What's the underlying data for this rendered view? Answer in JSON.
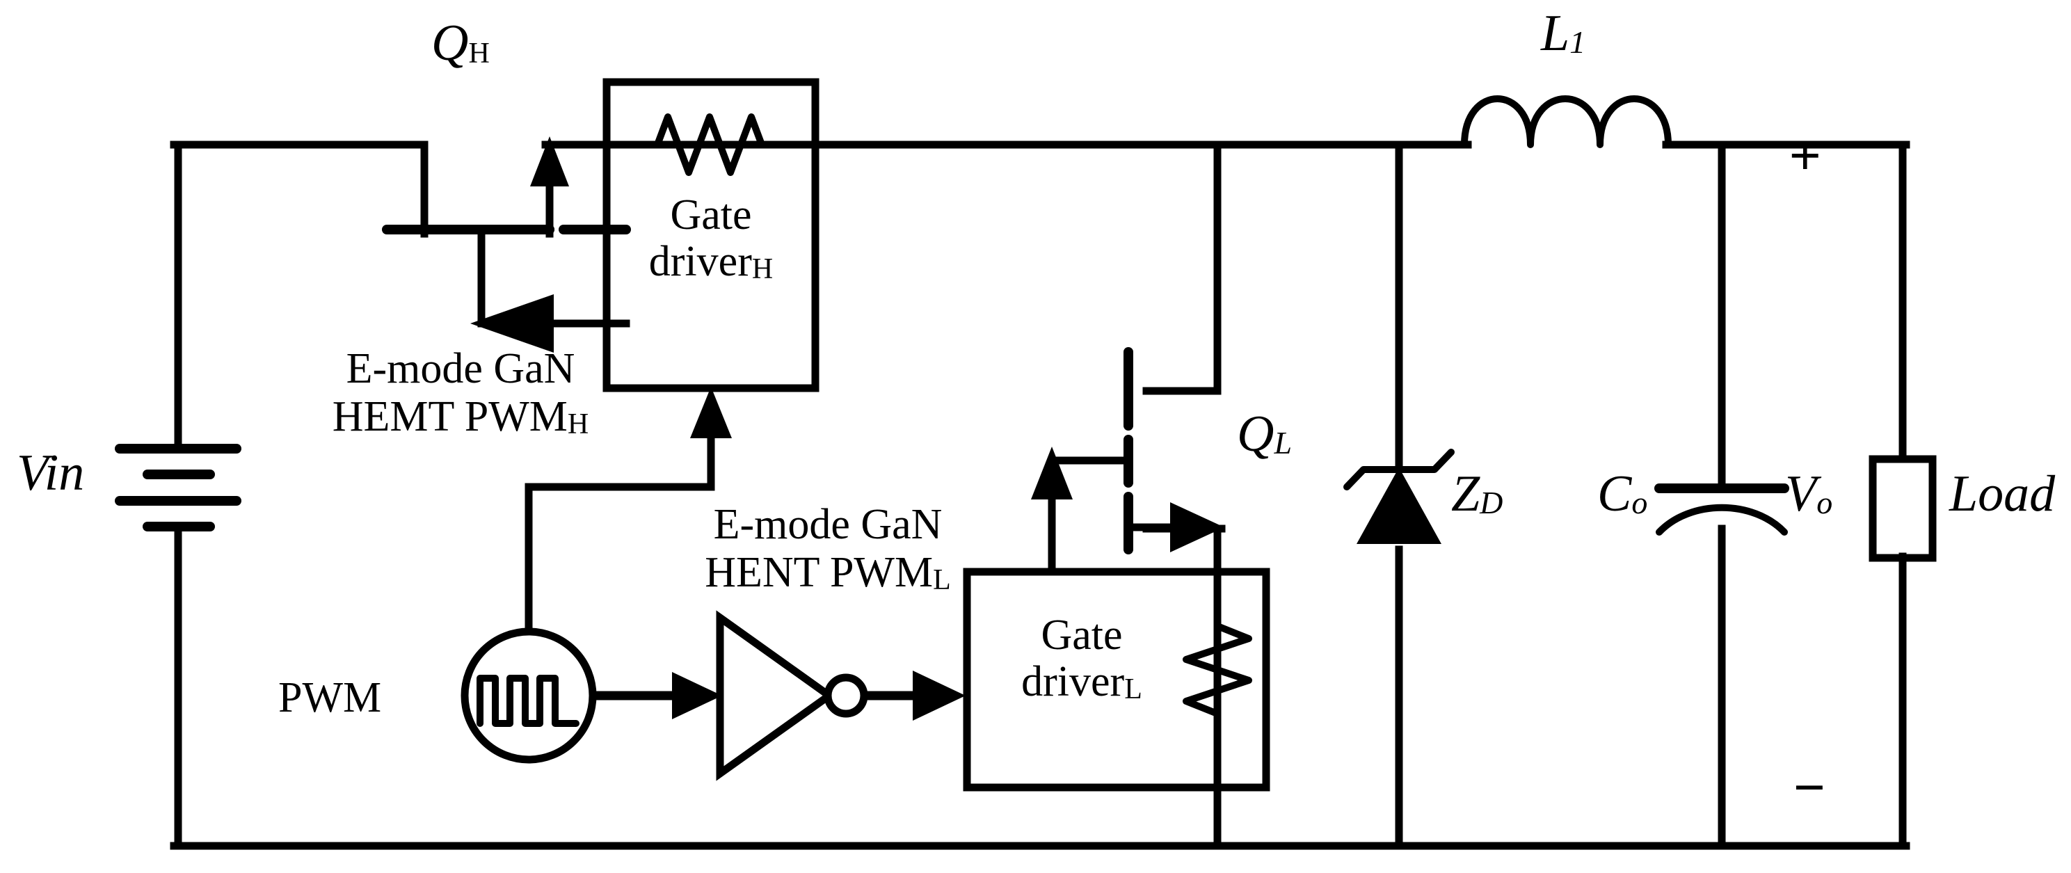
{
  "diagram": {
    "title": "E-mode GaN HEMT synchronous buck converter schematic",
    "background_color": "#ffffff",
    "line_color": "#000000"
  },
  "labels": {
    "q_high": {
      "base": "Q",
      "sub": "H"
    },
    "q_low": {
      "base": "Q",
      "sub": "L"
    },
    "inductor": {
      "base": "L",
      "sub": "1"
    },
    "zener": {
      "base": "Z",
      "sub": "D"
    },
    "capacitor": {
      "base": "C",
      "sub": "o"
    },
    "output_voltage": {
      "base": "V",
      "sub": "o"
    },
    "load": "Load",
    "input_source": "Vin",
    "pwm_source": "PWM",
    "gate_driver_high": {
      "line1": "Gate",
      "line2": "driver",
      "sub": "H"
    },
    "gate_driver_low": {
      "line1": "Gate",
      "line2": "driver",
      "sub": "L"
    },
    "note_high": {
      "line1": "E-mode GaN",
      "line2": "HEMT PWM",
      "sub": "H"
    },
    "note_low": {
      "line1": "E-mode GaN",
      "line2": "HENT PWM",
      "sub": "L"
    },
    "polarity_plus": "+",
    "polarity_minus": "−"
  },
  "components": [
    {
      "name": "input-voltage-source",
      "type": "battery",
      "label": "Vin"
    },
    {
      "name": "high-side-transistor",
      "type": "e-mode-gan-hemt",
      "label": "QH"
    },
    {
      "name": "low-side-transistor",
      "type": "e-mode-gan-hemt",
      "label": "QL"
    },
    {
      "name": "gate-driver-high",
      "type": "block-with-series-resistor",
      "label": "Gate driverH"
    },
    {
      "name": "gate-driver-low",
      "type": "block-with-shunt-resistor",
      "label": "Gate driverL"
    },
    {
      "name": "pwm-source",
      "type": "square-wave-source",
      "label": "PWM"
    },
    {
      "name": "inverter",
      "type": "not-gate",
      "label": ""
    },
    {
      "name": "output-inductor",
      "type": "inductor",
      "label": "L1"
    },
    {
      "name": "zener-diode",
      "type": "zener",
      "label": "ZD"
    },
    {
      "name": "output-capacitor",
      "type": "polarized-capacitor",
      "label": "Co"
    },
    {
      "name": "load-resistor",
      "type": "resistor-box",
      "label": "Load"
    }
  ]
}
